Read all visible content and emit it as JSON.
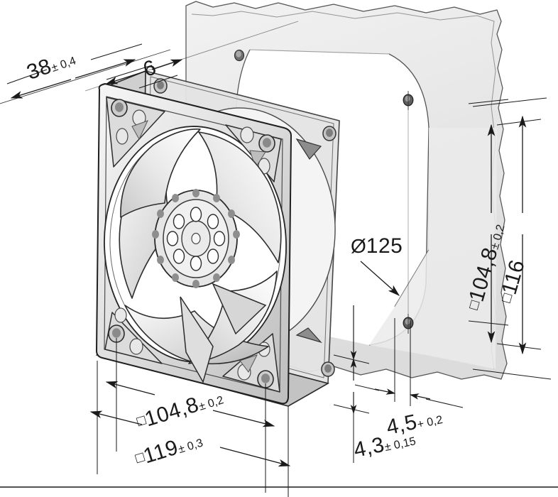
{
  "drawing": {
    "title": "Axial fan dimensional drawing",
    "units": "mm",
    "background_color": "#ffffff",
    "line_color": "#1a1a1a",
    "fill_light": "#ededed",
    "fill_mid": "#d4d4d4",
    "fill_dark": "#9a9a9a"
  },
  "dimensions": {
    "depth_total": {
      "value": "38",
      "tolerance": "± 0,4",
      "symbol": "",
      "label": "38 ± 0,4"
    },
    "flange_depth": {
      "value": "6",
      "tolerance": "",
      "symbol": "",
      "label": "6"
    },
    "bore_diameter": {
      "value": "125",
      "tolerance": "",
      "symbol": "Ø",
      "label": "Ø125"
    },
    "hole_pitch_vertical": {
      "value": "104,8",
      "tolerance": "± 0,2",
      "symbol": "□",
      "label": "□104,8 ± 0,2"
    },
    "panel_height": {
      "value": "116",
      "tolerance": "",
      "symbol": "□",
      "label": "□116"
    },
    "hole_pitch_horizontal": {
      "value": "104,8",
      "tolerance": "± 0,2",
      "symbol": "□",
      "label": "□104,8 ± 0,2"
    },
    "housing_width": {
      "value": "119",
      "tolerance": "± 0,3",
      "symbol": "□",
      "label": "□119 ± 0,3"
    },
    "mount_hole_upper": {
      "value": "4,5",
      "tolerance": "+ 0,2",
      "symbol": "",
      "label": "4,5 + 0,2"
    },
    "mount_hole_lower": {
      "value": "4,3",
      "tolerance": "± 0,15",
      "symbol": "",
      "label": "4,3 ± 0,15"
    }
  },
  "parts": {
    "fan_housing": "fan-housing",
    "fan_impeller": "fan-impeller",
    "fan_hub": "fan-hub",
    "mounting_panel": "mounting-panel",
    "panel_hole_top": "panel-hole-top",
    "panel_hole_middle": "panel-hole-middle",
    "panel_hole_bottom": "panel-hole-bottom"
  },
  "blade_count": 5,
  "hub_inner_holes": 8,
  "hub_outer_studs": 12,
  "corner_mount_holes": 4
}
